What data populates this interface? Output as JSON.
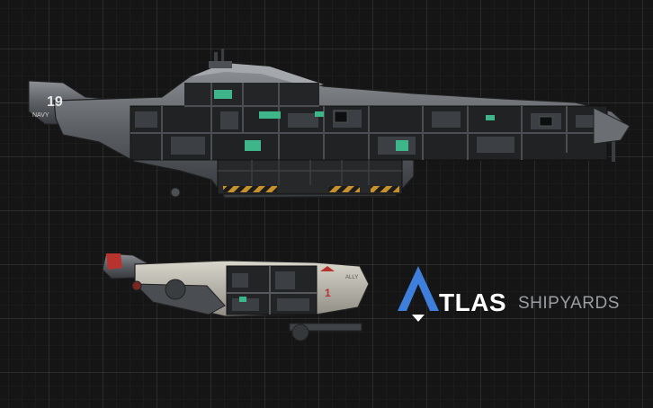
{
  "ships": {
    "large": {
      "hull_number": "19",
      "hull_marking": "NAVY"
    },
    "small": {
      "hull_number": "1",
      "hull_marking": "ALLY"
    }
  },
  "logo": {
    "word": "TLAS",
    "subtitle": "SHIPYARDS",
    "accent_color": "#3f7fdc",
    "text_color": "#ffffff",
    "subtitle_color": "#9a9ea3"
  }
}
